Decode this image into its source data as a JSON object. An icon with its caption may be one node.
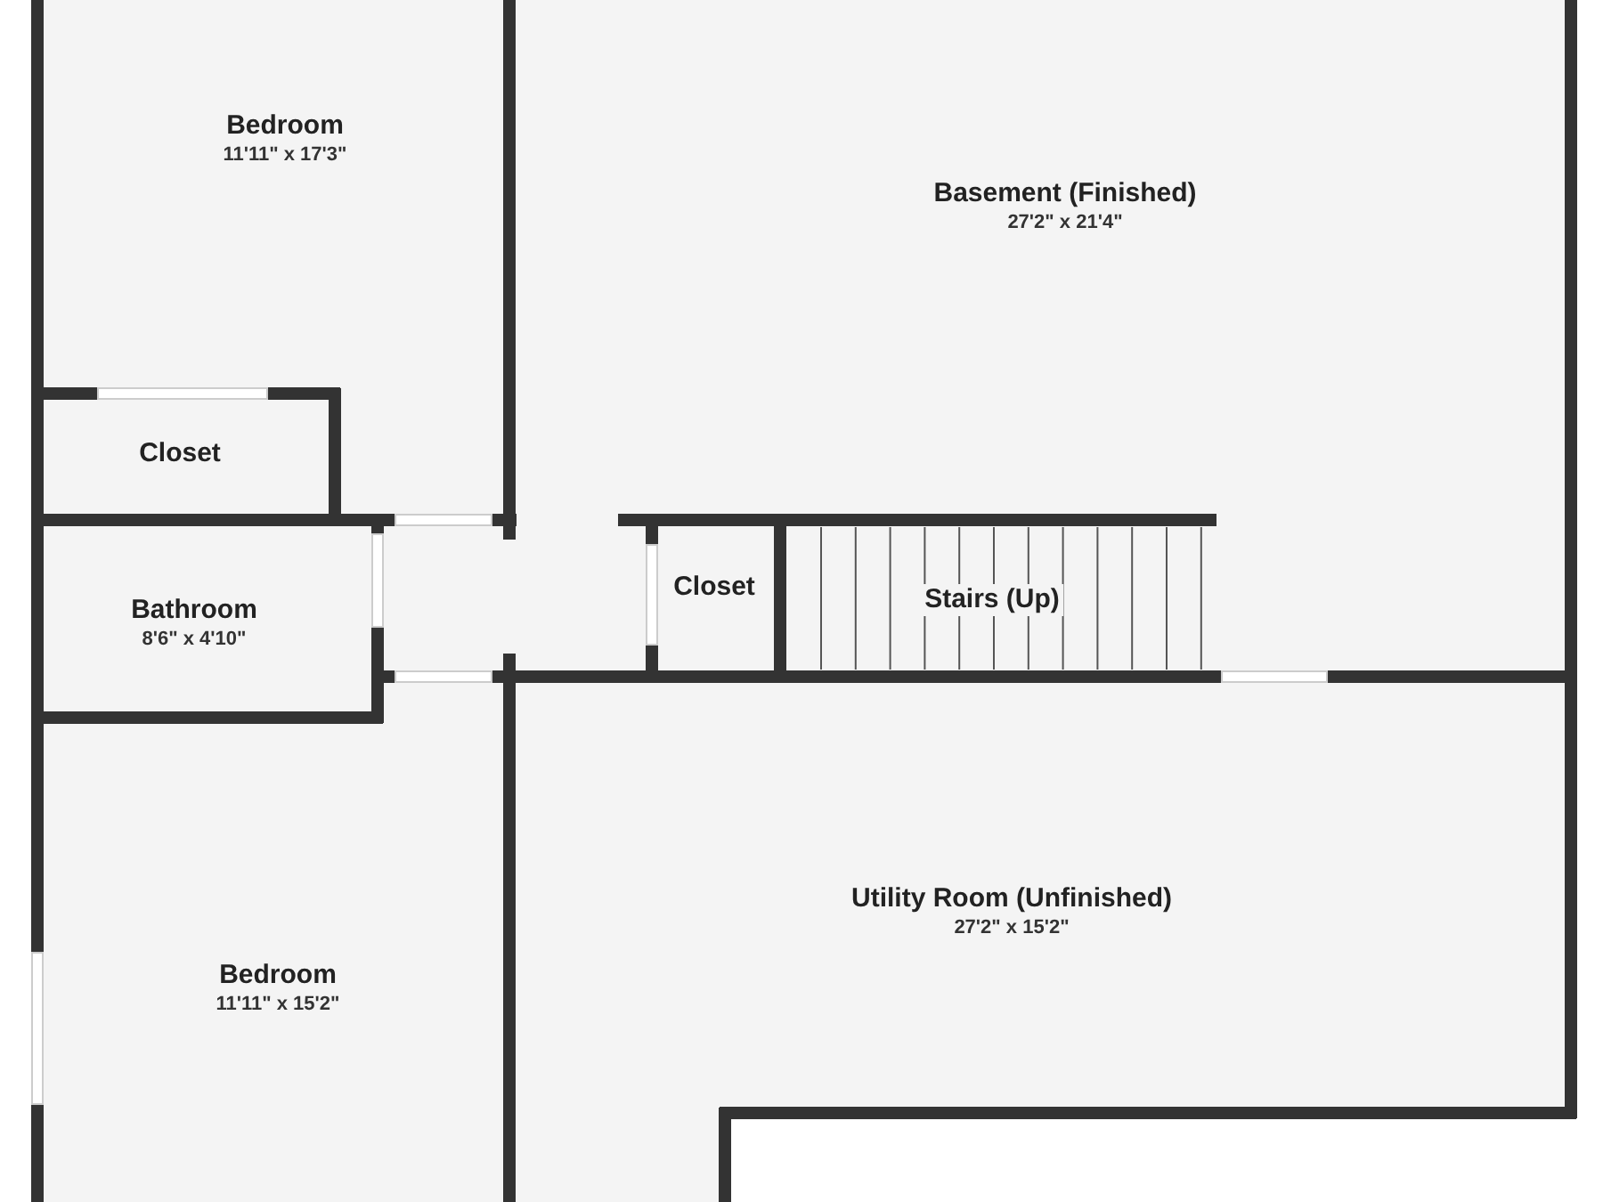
{
  "diagram": {
    "nodes": [
      {
        "text": [
          "Bedroom",
          "11'11\" x 17'3\""
        ]
      },
      {
        "text": [
          "Basement (Finished)",
          "27'2\" x 21'4\""
        ]
      },
      {
        "text": [
          "Closet"
        ]
      },
      {
        "text": [
          "Closet"
        ]
      },
      {
        "text": [
          "Stairs (Up)"
        ]
      },
      {
        "text": [
          "Bathroom",
          "8'6\" x 4'10\""
        ]
      },
      {
        "text": [
          "Utility Room (Unfinished)",
          "27'2\" x 15'2\""
        ]
      },
      {
        "text": [
          "Bedroom",
          "11'11\" x 15'2\""
        ]
      }
    ]
  }
}
